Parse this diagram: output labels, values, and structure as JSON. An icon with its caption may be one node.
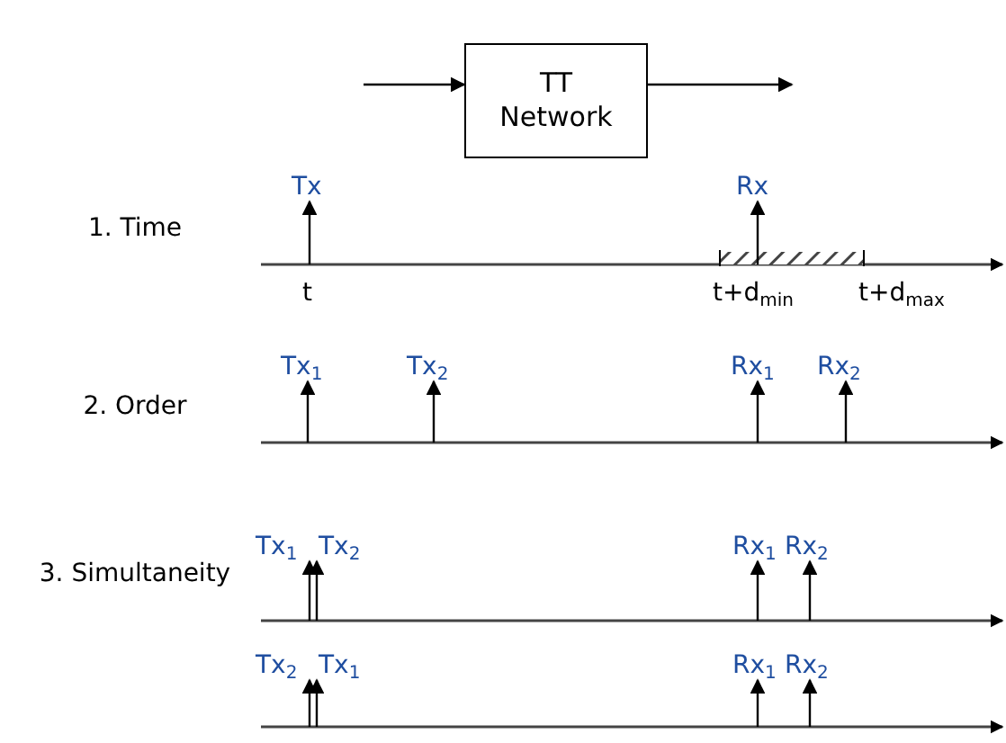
{
  "diagram": {
    "nodes": [
      {
        "text": [
          "TT Network"
        ]
      },
      {
        "text": [
          "Tx"
        ]
      },
      {
        "text": [
          "Rx"
        ]
      },
      {
        "text": [
          "Tx$_{1}$"
        ]
      },
      {
        "text": [
          "Tx$_{2}$"
        ]
      },
      {
        "text": [
          "Rx$_{1}$"
        ]
      },
      {
        "text": [
          "Rx$_{2}$"
        ]
      },
      {
        "text": [
          "Tx$_{1}$"
        ]
      },
      {
        "text": [
          "Tx$_{2}$"
        ]
      },
      {
        "text": [
          "Rx$_{1}$"
        ]
      },
      {
        "text": [
          "Rx$_{2}$"
        ]
      },
      {
        "text": [
          "Tx$_{2}$"
        ]
      },
      {
        "text": [
          "Tx$_{1}$"
        ]
      },
      {
        "text": [
          "Rx$_{1}$"
        ]
      },
      {
        "text": [
          "Rx$_{2}$"
        ]
      },
      {
        "text": [],
        "shape": "line"
      },
      {
        "text": [],
        "shape": "line"
      },
      {
        "text": [],
        "shape": "line"
      },
      {
        "text": [],
        "shape": "line"
      }
    ],
    "edges": [
      {
        "from": null,
        "to": 0,
        "arrow": "to"
      },
      {
        "from": 0,
        "to": null,
        "arrow": "to"
      },
      {
        "from": 15,
        "to": 1,
        "arrow": "to"
      },
      {
        "from": 15,
        "to": 2,
        "arrow": "to"
      },
      {
        "from": 16,
        "to": 3,
        "arrow": "to"
      },
      {
        "from": 16,
        "to": 4,
        "arrow": "to"
      },
      {
        "from": 16,
        "to": 5,
        "arrow": "to"
      },
      {
        "from": 16,
        "to": 6,
        "arrow": "to"
      },
      {
        "from": 17,
        "to": 7,
        "arrow": "to"
      },
      {
        "from": 17,
        "to": 8,
        "arrow": "to"
      },
      {
        "from": 17,
        "to": 9,
        "arrow": "to"
      },
      {
        "from": 17,
        "to": 10,
        "arrow": "to"
      },
      {
        "from": 18,
        "to": 11,
        "arrow": "to"
      },
      {
        "from": 18,
        "to": 12,
        "arrow": "to"
      },
      {
        "from": 18,
        "to": 13,
        "arrow": "to"
      },
      {
        "from": 18,
        "to": 14,
        "arrow": "to"
      }
    ],
    "labels": [
      "1. Time",
      "t",
      "t+d$_{min}$",
      "t+d$_{max}$",
      "2. Order",
      "3. Simultaneity"
    ]
  }
}
